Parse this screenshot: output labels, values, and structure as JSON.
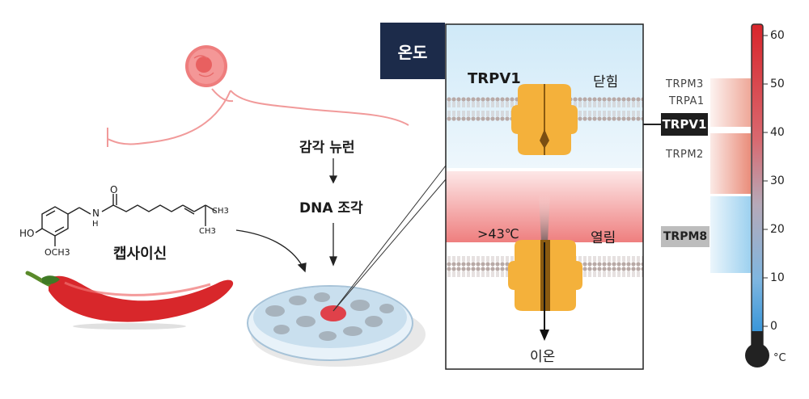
{
  "sensory_path": {
    "capsaicin_label": "캡사이신",
    "sensory_neuron_label": "감각 뉴런",
    "dna_fragment_label": "DNA 조각"
  },
  "molecule": {
    "atom_oh": "HO",
    "atom_nh": "N",
    "atom_h": "H",
    "atom_o": "O",
    "atom_ome": "OCH3",
    "atom_ch3": "CH3"
  },
  "panel": {
    "temp_tag": "온도",
    "closed_channel_name": "TRPV1",
    "closed_state": "닫힘",
    "open_temp": ">43℃",
    "open_state": "열림",
    "ion_label": "이온"
  },
  "channels": {
    "trpm3": "TRPM3",
    "trpa1": "TRPA1",
    "trpv1": "TRPV1",
    "trpm2": "TRPM2",
    "trpm8": "TRPM8"
  },
  "thermometer": {
    "ticks": [
      "60",
      "50",
      "40",
      "30",
      "20",
      "10",
      "0"
    ],
    "unit": "°C"
  },
  "colors": {
    "navy": "#1c2b4a",
    "channel_orange": "#f4b13b",
    "warm_red": "#e05a4f",
    "cool_blue": "#5aa9dc",
    "membrane_gray": "#b8a9a6"
  }
}
